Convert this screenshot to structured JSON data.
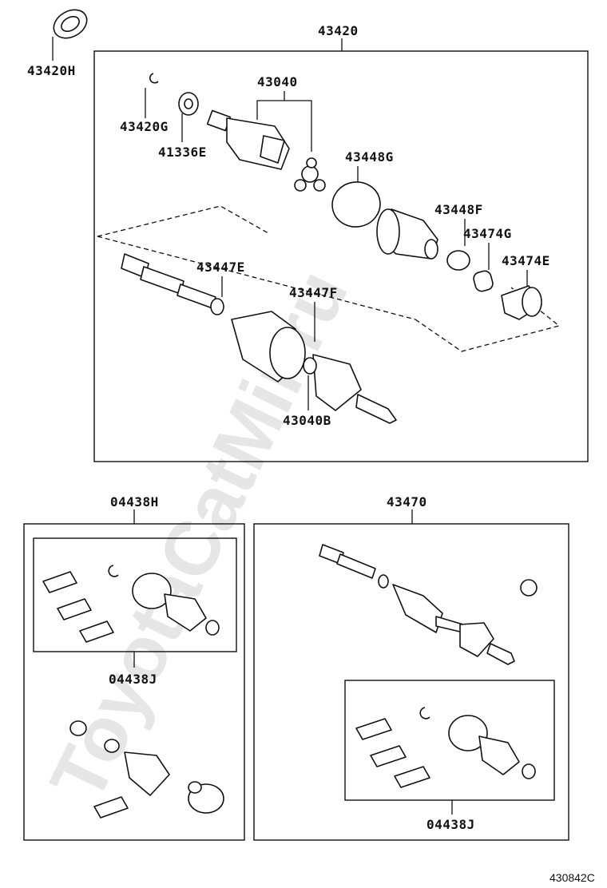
{
  "watermark": "ToyotaCatMir.ru",
  "figure_code": "430842C",
  "labels": {
    "p43420H": "43420H",
    "p43420": "43420",
    "p43040": "43040",
    "p43420G": "43420G",
    "p41336E": "41336E",
    "p43448G": "43448G",
    "p43448F": "43448F",
    "p43474G": "43474G",
    "p43474E": "43474E",
    "p43447E": "43447E",
    "p43447F": "43447F",
    "p43040B": "43040B",
    "p04438H": "04438H",
    "p04438J_left": "04438J",
    "p43470": "43470",
    "p04438J_right": "04438J"
  }
}
